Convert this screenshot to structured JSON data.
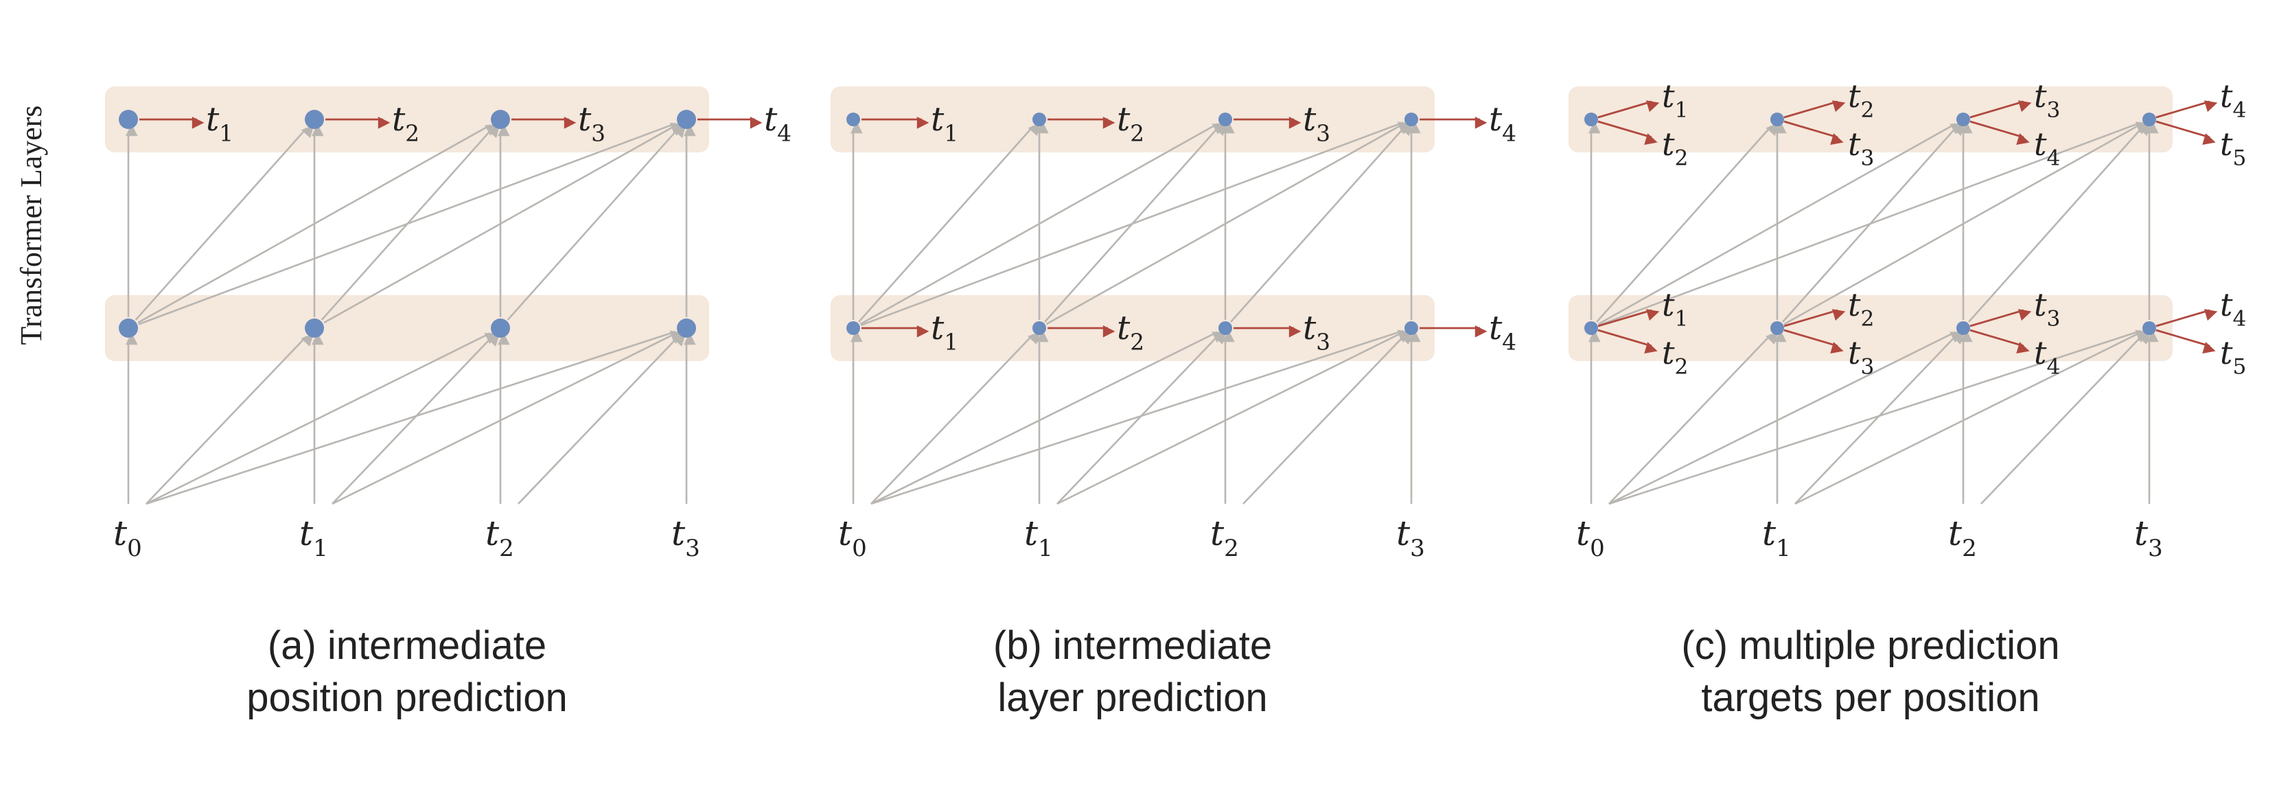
{
  "y_axis_label": "Transformer Layers",
  "panels": [
    {
      "caption_line1": "(a) intermediate",
      "caption_line2": "position prediction",
      "variant": "intermediate_position",
      "inputs": [
        {
          "sym": "t",
          "sub": "0"
        },
        {
          "sym": "t",
          "sub": "1"
        },
        {
          "sym": "t",
          "sub": "2"
        },
        {
          "sym": "t",
          "sub": "3"
        }
      ],
      "top_outputs": [
        [
          {
            "sym": "t",
            "sub": "1"
          }
        ],
        [
          {
            "sym": "t",
            "sub": "2"
          }
        ],
        [
          {
            "sym": "t",
            "sub": "3"
          }
        ],
        [
          {
            "sym": "t",
            "sub": "4"
          }
        ]
      ],
      "mid_outputs": []
    },
    {
      "caption_line1": "(b) intermediate",
      "caption_line2": "layer prediction",
      "variant": "intermediate_layer",
      "inputs": [
        {
          "sym": "t",
          "sub": "0"
        },
        {
          "sym": "t",
          "sub": "1"
        },
        {
          "sym": "t",
          "sub": "2"
        },
        {
          "sym": "t",
          "sub": "3"
        }
      ],
      "top_outputs": [
        [
          {
            "sym": "t",
            "sub": "1"
          }
        ],
        [
          {
            "sym": "t",
            "sub": "2"
          }
        ],
        [
          {
            "sym": "t",
            "sub": "3"
          }
        ],
        [
          {
            "sym": "t",
            "sub": "4"
          }
        ]
      ],
      "mid_outputs": [
        [
          {
            "sym": "t",
            "sub": "1"
          }
        ],
        [
          {
            "sym": "t",
            "sub": "2"
          }
        ],
        [
          {
            "sym": "t",
            "sub": "3"
          }
        ],
        [
          {
            "sym": "t",
            "sub": "4"
          }
        ]
      ]
    },
    {
      "caption_line1": "(c) multiple prediction",
      "caption_line2": "targets per position",
      "variant": "multiple_targets",
      "inputs": [
        {
          "sym": "t",
          "sub": "0"
        },
        {
          "sym": "t",
          "sub": "1"
        },
        {
          "sym": "t",
          "sub": "2"
        },
        {
          "sym": "t",
          "sub": "3"
        }
      ],
      "top_outputs": [
        [
          {
            "sym": "t",
            "sub": "1"
          },
          {
            "sym": "t",
            "sub": "2"
          }
        ],
        [
          {
            "sym": "t",
            "sub": "2"
          },
          {
            "sym": "t",
            "sub": "3"
          }
        ],
        [
          {
            "sym": "t",
            "sub": "3"
          },
          {
            "sym": "t",
            "sub": "4"
          }
        ],
        [
          {
            "sym": "t",
            "sub": "4"
          },
          {
            "sym": "t",
            "sub": "5"
          }
        ]
      ],
      "mid_outputs": [
        [
          {
            "sym": "t",
            "sub": "1"
          },
          {
            "sym": "t",
            "sub": "2"
          }
        ],
        [
          {
            "sym": "t",
            "sub": "2"
          },
          {
            "sym": "t",
            "sub": "3"
          }
        ],
        [
          {
            "sym": "t",
            "sub": "3"
          },
          {
            "sym": "t",
            "sub": "4"
          }
        ],
        [
          {
            "sym": "t",
            "sub": "4"
          },
          {
            "sym": "t",
            "sub": "5"
          }
        ]
      ]
    }
  ],
  "colors": {
    "layer_band": "#f5e8dc",
    "node": "#6b8cbe",
    "attention_arrow": "#b9b6b2",
    "prediction_arrow": "#b0483e"
  }
}
